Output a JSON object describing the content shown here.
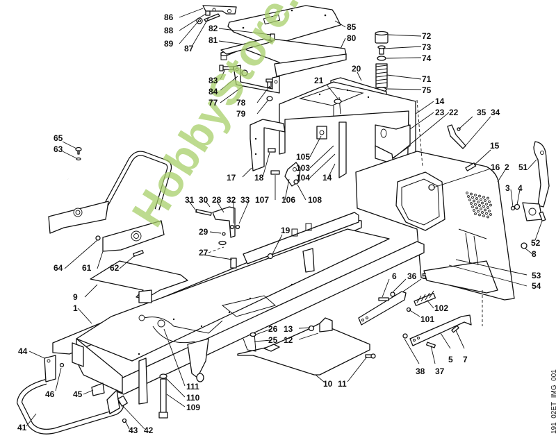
{
  "diagram": {
    "title": "Chassis / Frame exploded parts diagram",
    "image_id": "191_02ET_IMG_001",
    "watermark": "HobbyStore.it",
    "watermark_color": "#a8cf6a",
    "line_color": "#111111",
    "background": "#ffffff",
    "callouts": [
      {
        "id": "86",
        "label": "86"
      },
      {
        "id": "88",
        "label": "88"
      },
      {
        "id": "89",
        "label": "89"
      },
      {
        "id": "87",
        "label": "87"
      },
      {
        "id": "82",
        "label": "82"
      },
      {
        "id": "81",
        "label": "81"
      },
      {
        "id": "85",
        "label": "85"
      },
      {
        "id": "80",
        "label": "80"
      },
      {
        "id": "83",
        "label": "83"
      },
      {
        "id": "84",
        "label": "84"
      },
      {
        "id": "77",
        "label": "77"
      },
      {
        "id": "78",
        "label": "78"
      },
      {
        "id": "79",
        "label": "79"
      },
      {
        "id": "72",
        "label": "72"
      },
      {
        "id": "73",
        "label": "73"
      },
      {
        "id": "74",
        "label": "74"
      },
      {
        "id": "71",
        "label": "71"
      },
      {
        "id": "75",
        "label": "75"
      },
      {
        "id": "20",
        "label": "20"
      },
      {
        "id": "21",
        "label": "21"
      },
      {
        "id": "14",
        "label": "14"
      },
      {
        "id": "23",
        "label": "23"
      },
      {
        "id": "22",
        "label": "22"
      },
      {
        "id": "35",
        "label": "35"
      },
      {
        "id": "34",
        "label": "34"
      },
      {
        "id": "15",
        "label": "15"
      },
      {
        "id": "16",
        "label": "16"
      },
      {
        "id": "2",
        "label": "2"
      },
      {
        "id": "51",
        "label": "51"
      },
      {
        "id": "3",
        "label": "3"
      },
      {
        "id": "4",
        "label": "4"
      },
      {
        "id": "52",
        "label": "52"
      },
      {
        "id": "8",
        "label": "8"
      },
      {
        "id": "53",
        "label": "53"
      },
      {
        "id": "54",
        "label": "54"
      },
      {
        "id": "65",
        "label": "65"
      },
      {
        "id": "63",
        "label": "63"
      },
      {
        "id": "64",
        "label": "64"
      },
      {
        "id": "61",
        "label": "61"
      },
      {
        "id": "62",
        "label": "62"
      },
      {
        "id": "17",
        "label": "17"
      },
      {
        "id": "18",
        "label": "18"
      },
      {
        "id": "105",
        "label": "105"
      },
      {
        "id": "103",
        "label": "103"
      },
      {
        "id": "104",
        "label": "104"
      },
      {
        "id": "14b",
        "label": "14"
      },
      {
        "id": "107",
        "label": "107"
      },
      {
        "id": "106",
        "label": "106"
      },
      {
        "id": "108",
        "label": "108"
      },
      {
        "id": "31",
        "label": "31"
      },
      {
        "id": "30",
        "label": "30"
      },
      {
        "id": "28",
        "label": "28"
      },
      {
        "id": "32",
        "label": "32"
      },
      {
        "id": "33",
        "label": "33"
      },
      {
        "id": "29",
        "label": "29"
      },
      {
        "id": "19",
        "label": "19"
      },
      {
        "id": "27",
        "label": "27"
      },
      {
        "id": "9",
        "label": "9"
      },
      {
        "id": "1",
        "label": "1"
      },
      {
        "id": "6",
        "label": "6"
      },
      {
        "id": "36",
        "label": "36"
      },
      {
        "id": "5",
        "label": "5"
      },
      {
        "id": "102",
        "label": "102"
      },
      {
        "id": "101",
        "label": "101"
      },
      {
        "id": "5b",
        "label": "5"
      },
      {
        "id": "7",
        "label": "7"
      },
      {
        "id": "38",
        "label": "38"
      },
      {
        "id": "37",
        "label": "37"
      },
      {
        "id": "26",
        "label": "26"
      },
      {
        "id": "25",
        "label": "25"
      },
      {
        "id": "13",
        "label": "13"
      },
      {
        "id": "12",
        "label": "12"
      },
      {
        "id": "10",
        "label": "10"
      },
      {
        "id": "11",
        "label": "11"
      },
      {
        "id": "111",
        "label": "111"
      },
      {
        "id": "110",
        "label": "110"
      },
      {
        "id": "109",
        "label": "109"
      },
      {
        "id": "44",
        "label": "44"
      },
      {
        "id": "46",
        "label": "46"
      },
      {
        "id": "45",
        "label": "45"
      },
      {
        "id": "41",
        "label": "41"
      },
      {
        "id": "43",
        "label": "43"
      },
      {
        "id": "42",
        "label": "42"
      }
    ]
  }
}
